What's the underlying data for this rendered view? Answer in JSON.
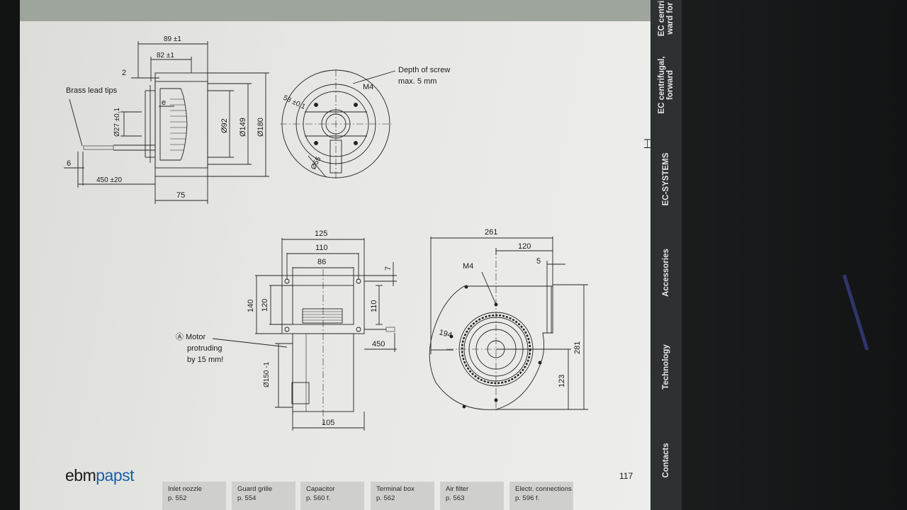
{
  "drawing_top": {
    "dim_overall": "89 ±1",
    "dim_inner": "82 ±1",
    "dim_2": "2",
    "dim_e": "e",
    "dim_d27": "Ø27 ±0,1",
    "dim_d92": "Ø92",
    "dim_d149": "Ø149",
    "dim_d180": "Ø180",
    "dim_6": "6",
    "dim_450": "450 ±20",
    "dim_75": "75",
    "brass_label": "Brass lead tips",
    "dim_58": "58 ±0,1",
    "dim_m4": "M4",
    "dim_d55": "Ø55",
    "screw_note_1": "Depth of screw",
    "screw_note_2": "max. 5 mm"
  },
  "drawing_bottom": {
    "dim_125": "125",
    "dim_110": "110",
    "dim_86": "86",
    "dim_7": "7",
    "dim_140": "140",
    "dim_120": "120",
    "dim_110v": "110",
    "dim_450": "450",
    "dim_d150": "Ø150 -1",
    "dim_105": "105",
    "motor_note_1": "Ⓐ Motor",
    "motor_note_2": "protruding",
    "motor_note_3": "by 15 mm!",
    "dim_261": "261",
    "dim_120h": "120",
    "dim_5": "5",
    "dim_m4": "M4",
    "dim_194": "194",
    "dim_281": "281",
    "dim_123": "123"
  },
  "footer": {
    "brand_a": "ebm",
    "brand_b": "papst",
    "page_number": "117",
    "refs": [
      {
        "title": "Inlet nozzle",
        "page": "p. 552"
      },
      {
        "title": "Guard grille",
        "page": "p. 554"
      },
      {
        "title": "Capacitor",
        "page": "p. 560 f."
      },
      {
        "title": "Terminal box",
        "page": "p. 562"
      },
      {
        "title": "Air filter",
        "page": "p. 563"
      },
      {
        "title": "Electr. connections",
        "page": "p. 596 f."
      }
    ]
  },
  "sidebar": {
    "items": [
      {
        "line1": "EC centri",
        "line2": "ward for"
      },
      {
        "line1": "EC centrifugal,",
        "line2": "forward"
      },
      {
        "line1": "EC-SYSTEMS",
        "line2": ""
      },
      {
        "line1": "Accessories",
        "line2": ""
      },
      {
        "line1": "Technology",
        "line2": ""
      },
      {
        "line1": "Contacts",
        "line2": ""
      }
    ]
  },
  "colors": {
    "brand_blue": "#1b5fa6",
    "sidebar": "#2e3132",
    "page": "#e8e8e5"
  },
  "icons": [
    "text-cursor-icon"
  ]
}
